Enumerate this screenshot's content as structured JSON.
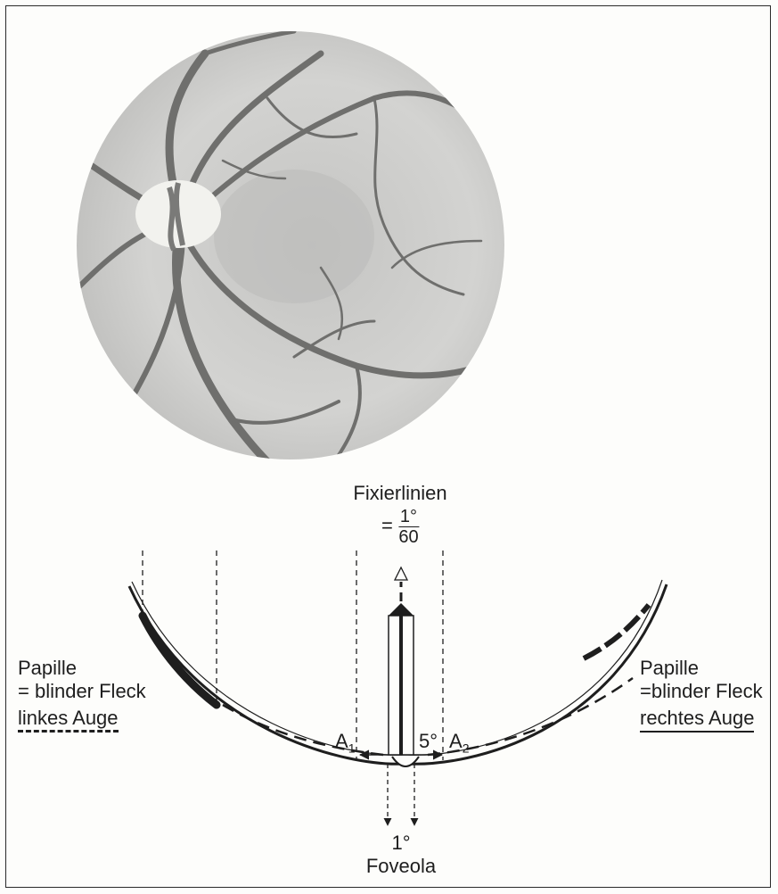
{
  "top_label": {
    "line1": "Fixierlinien",
    "equals": "=",
    "frac_num": "1°",
    "frac_den": "60"
  },
  "left_label": {
    "line1": "Papille",
    "line2": "= blinder Fleck",
    "line3": "linkes Auge"
  },
  "right_label": {
    "line1": "Papille",
    "line2": "=blinder Fleck",
    "line3": "rechtes Auge"
  },
  "arrow_labels": {
    "a1": "A",
    "a1_sub": "1",
    "a2": "A",
    "a2_sub": "2",
    "angle": "5°"
  },
  "bottom_label": {
    "angle": "1°",
    "name": "Foveola"
  },
  "colors": {
    "ink": "#1e1e1e",
    "retina_bg": "#cfcfcd",
    "vessel": "#6f6f6d",
    "disc": "#f2f2ee"
  }
}
